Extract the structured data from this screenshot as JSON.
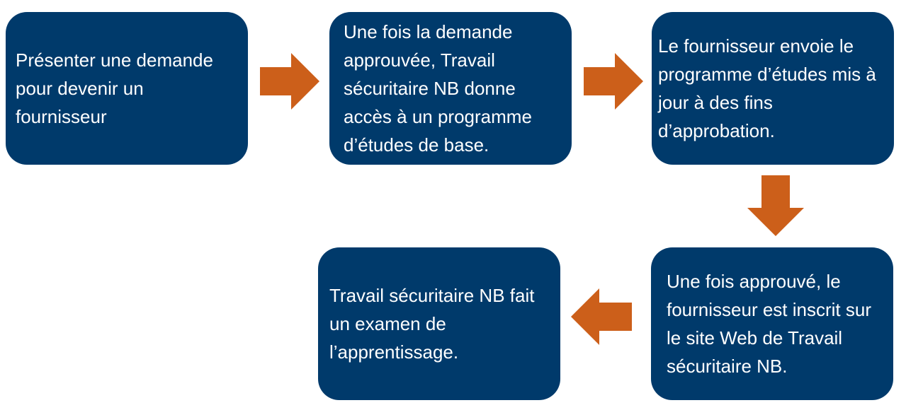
{
  "colors": {
    "box_fill": "#003a6b",
    "box_text": "#ffffff",
    "arrow_fill": "#cc5f1a"
  },
  "steps": [
    {
      "text": "Présenter une demande pour devenir un fournisseur"
    },
    {
      "text": "Une fois la demande approuvée, Travail sécuritaire NB donne accès à un programme d’études de base."
    },
    {
      "text": "Le fournisseur envoie le programme d’études mis à jour à des fins d’approbation."
    },
    {
      "text": "Une fois approuvé, le fournisseur est inscrit sur le site Web de Travail sécuritaire NB."
    },
    {
      "text": "Travail sécuritaire NB fait un examen de l’apprentissage."
    }
  ],
  "arrows": [
    {
      "direction": "right"
    },
    {
      "direction": "right"
    },
    {
      "direction": "down"
    },
    {
      "direction": "left"
    }
  ]
}
